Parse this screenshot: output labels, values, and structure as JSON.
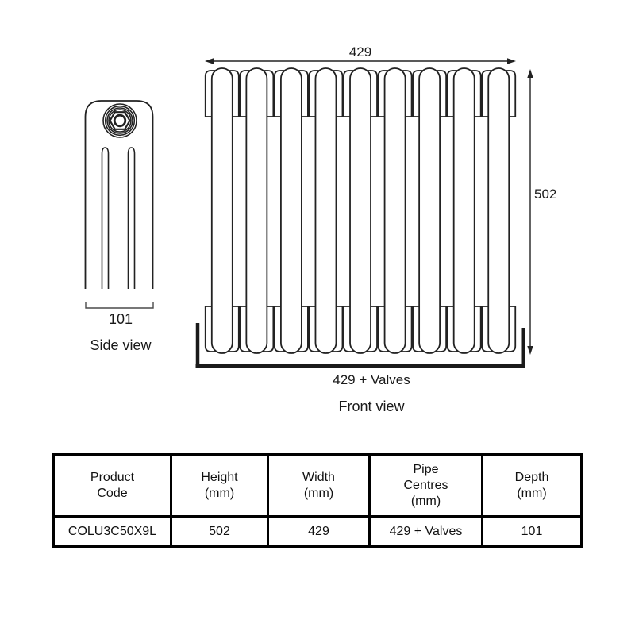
{
  "side_view": {
    "label": "Side view",
    "depth_dim": "101"
  },
  "front_view": {
    "label": "Front view",
    "width_dim": "429",
    "height_dim": "502",
    "pipe_centres_dim": "429 + Valves",
    "sections": 9
  },
  "table": {
    "headers": [
      {
        "line1": "Product",
        "line2": "Code"
      },
      {
        "line1": "Height",
        "line2": "(mm)"
      },
      {
        "line1": "Width",
        "line2": "(mm)"
      },
      {
        "line1": "Pipe",
        "line2": "Centres",
        "line3": "(mm)"
      },
      {
        "line1": "Depth",
        "line2": "(mm)"
      }
    ],
    "row": [
      "COLU3C50X9L",
      "502",
      "429",
      "429 + Valves",
      "101"
    ]
  },
  "colors": {
    "line": "#222222",
    "text": "#1a1a1a",
    "table_border": "#000000",
    "background": "#ffffff"
  }
}
